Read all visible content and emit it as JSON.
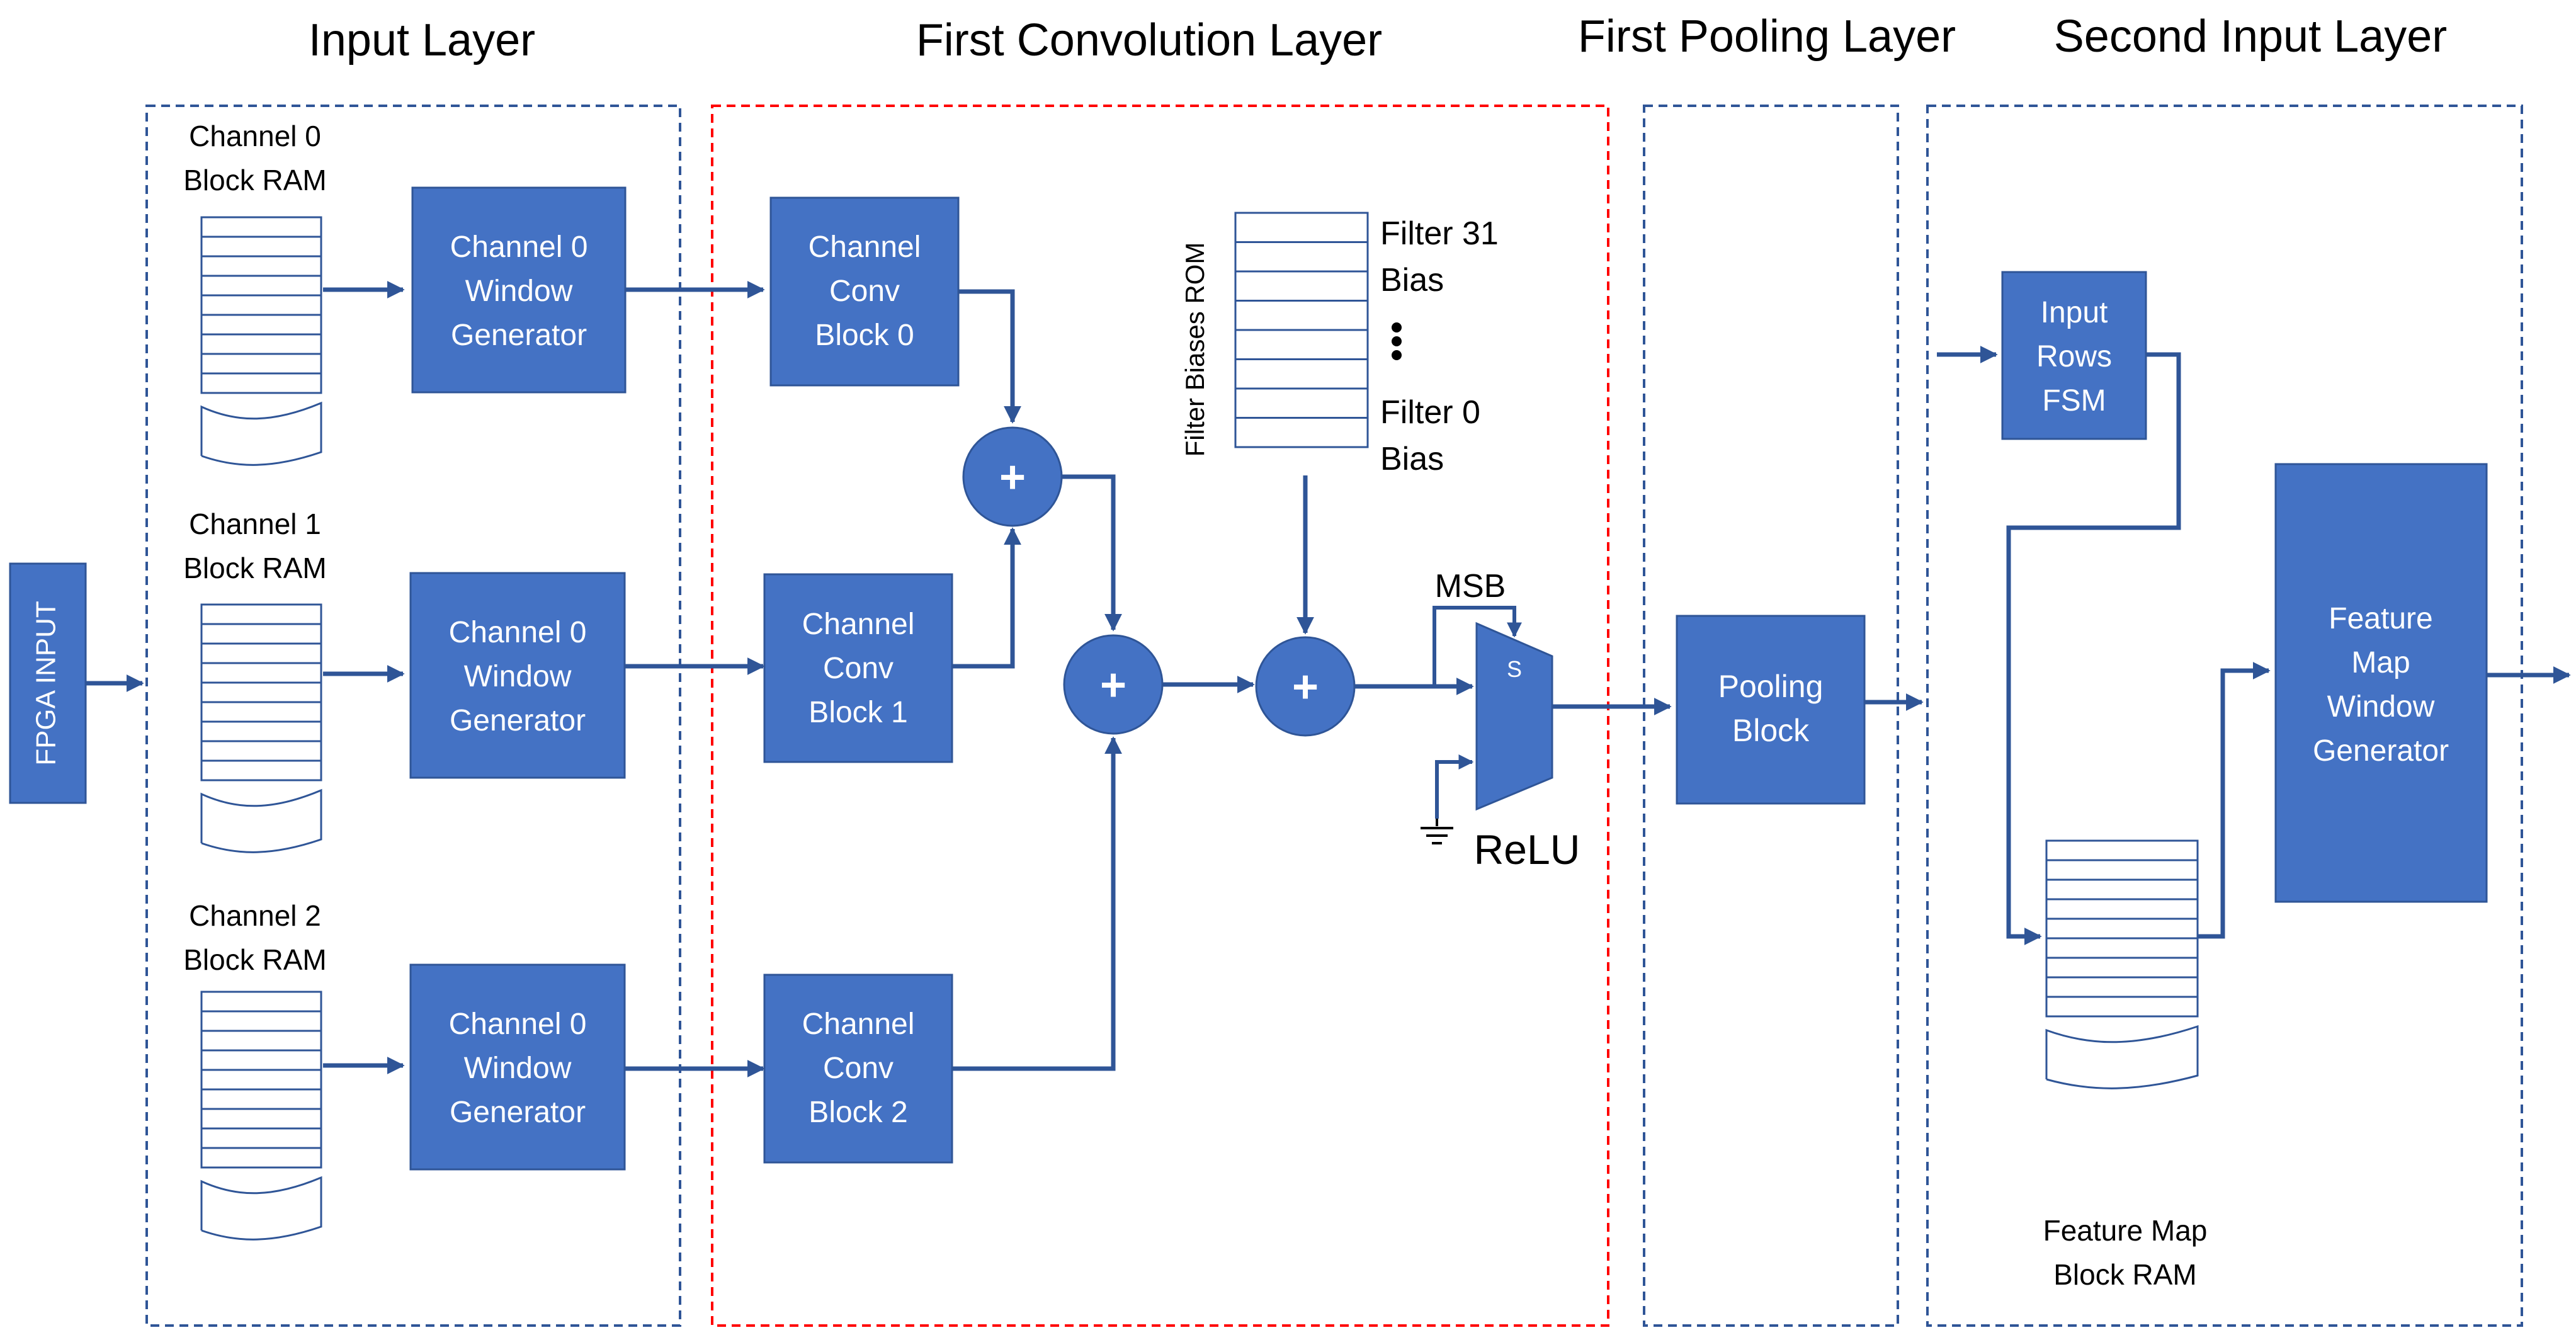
{
  "layers": {
    "input": "Input Layer",
    "conv": "First Convolution Layer",
    "pool": "First Pooling Layer",
    "second": "Second Input Layer"
  },
  "fpga_input": "FPGA INPUT",
  "block_rams": [
    {
      "line1": "Channel 0",
      "line2": "Block RAM"
    },
    {
      "line1": "Channel 1",
      "line2": "Block RAM"
    },
    {
      "line1": "Channel 2",
      "line2": "Block RAM"
    }
  ],
  "window_generators": [
    {
      "line1": "Channel 0",
      "line2": "Window",
      "line3": "Generator"
    },
    {
      "line1": "Channel 0",
      "line2": "Window",
      "line3": "Generator"
    },
    {
      "line1": "Channel 0",
      "line2": "Window",
      "line3": "Generator"
    }
  ],
  "conv_blocks": [
    {
      "line1": "Channel",
      "line2": "Conv",
      "line3": "Block 0"
    },
    {
      "line1": "Channel",
      "line2": "Conv",
      "line3": "Block 1"
    },
    {
      "line1": "Channel",
      "line2": "Conv",
      "line3": "Block 2"
    }
  ],
  "adder_symbol": "+",
  "rom": {
    "label": "Filter Biases ROM",
    "top_line1": "Filter 31",
    "top_line2": "Bias",
    "bottom_line1": "Filter 0",
    "bottom_line2": "Bias"
  },
  "mux": {
    "msb": "MSB",
    "select": "S",
    "relu": "ReLU"
  },
  "pooling": {
    "line1": "Pooling",
    "line2": "Block"
  },
  "fsm": {
    "line1": "Input",
    "line2": "Rows",
    "line3": "FSM"
  },
  "feature_map_window": {
    "line1": "Feature",
    "line2": "Map",
    "line3": "Window",
    "line4": "Generator"
  },
  "feature_map_ram": {
    "line1": "Feature Map",
    "line2": "Block RAM"
  },
  "colors": {
    "block": "#4472C4",
    "stroke": "#2F5597",
    "arrow": "#2F5597",
    "conv_border": "#FF0000",
    "layer_border": "#2F5597",
    "ram_line": "#2F5597"
  }
}
